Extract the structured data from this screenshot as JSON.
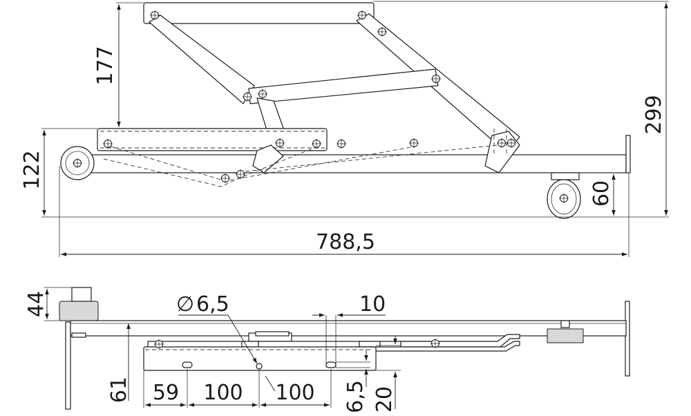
{
  "dimensions": {
    "side_view": {
      "arm_height": "177",
      "total_height": "299",
      "base_height": "122",
      "wheel_height": "60",
      "total_length": "788,5"
    },
    "top_view": {
      "roller_height": "44",
      "hole_symbol": "∅",
      "hole_diameter": "6,5",
      "slot_width": "10",
      "depth": "61",
      "offset_1": "59",
      "spacing_1": "100",
      "spacing_2": "100",
      "slot_length": "6,5",
      "plate_height": "20"
    }
  }
}
